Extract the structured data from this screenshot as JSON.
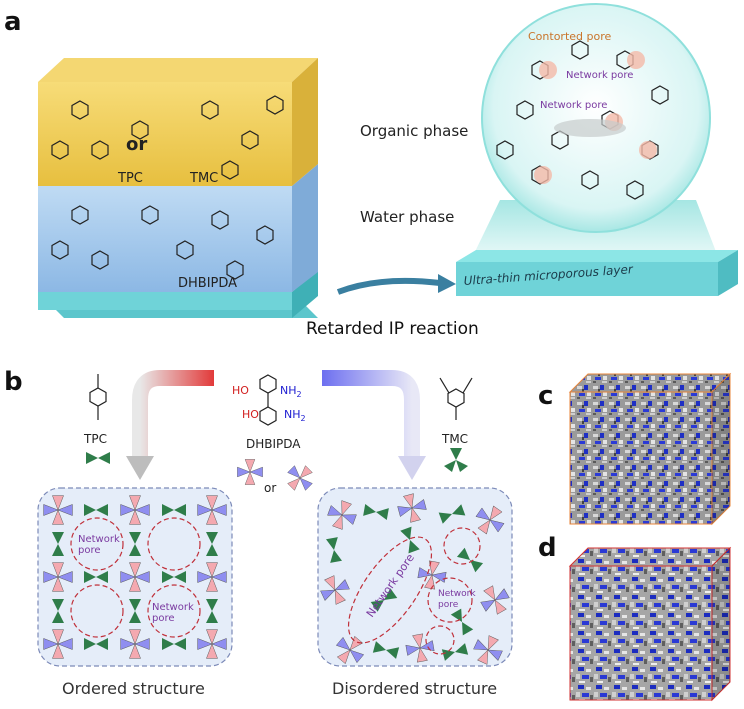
{
  "panels": {
    "a": "a",
    "b": "b",
    "c": "c",
    "d": "d"
  },
  "panel_a": {
    "organic_phase": "Organic phase",
    "water_phase": "Water phase",
    "tpc": "TPC",
    "or": "or",
    "tmc": "TMC",
    "dhbipda": "DHBIPDA",
    "reaction": "Retarded IP reaction",
    "layer": "Ultra-thin microporous layer",
    "contorted_pore": "Contorted pore",
    "network_pore_1": "Network pore",
    "network_pore_2": "Network pore"
  },
  "panel_b": {
    "tpc": "TPC",
    "tmc": "TMC",
    "dhbipda": "DHBIPDA",
    "or": "or",
    "ho1": "HO",
    "ho2": "HO",
    "nh2_1": "NH",
    "nh2_2": "NH",
    "sub2": "2",
    "ordered": "Ordered structure",
    "disordered": "Disordered structure",
    "net_pore_o1": "Network\npore",
    "net_pore_o2": "Network\npore",
    "net_pore_d1": "Network pore",
    "net_pore_d2": "Network\npore"
  },
  "colors": {
    "organic": "#f2cf5a",
    "water": "#9ec6ea",
    "substrate": "#6fd3d8",
    "pink": "#f4a9b0",
    "blue": "#8f8ef0",
    "green": "#2f7d4a",
    "pore": "#7a3aa0",
    "cube_blue": "#2233cc"
  }
}
